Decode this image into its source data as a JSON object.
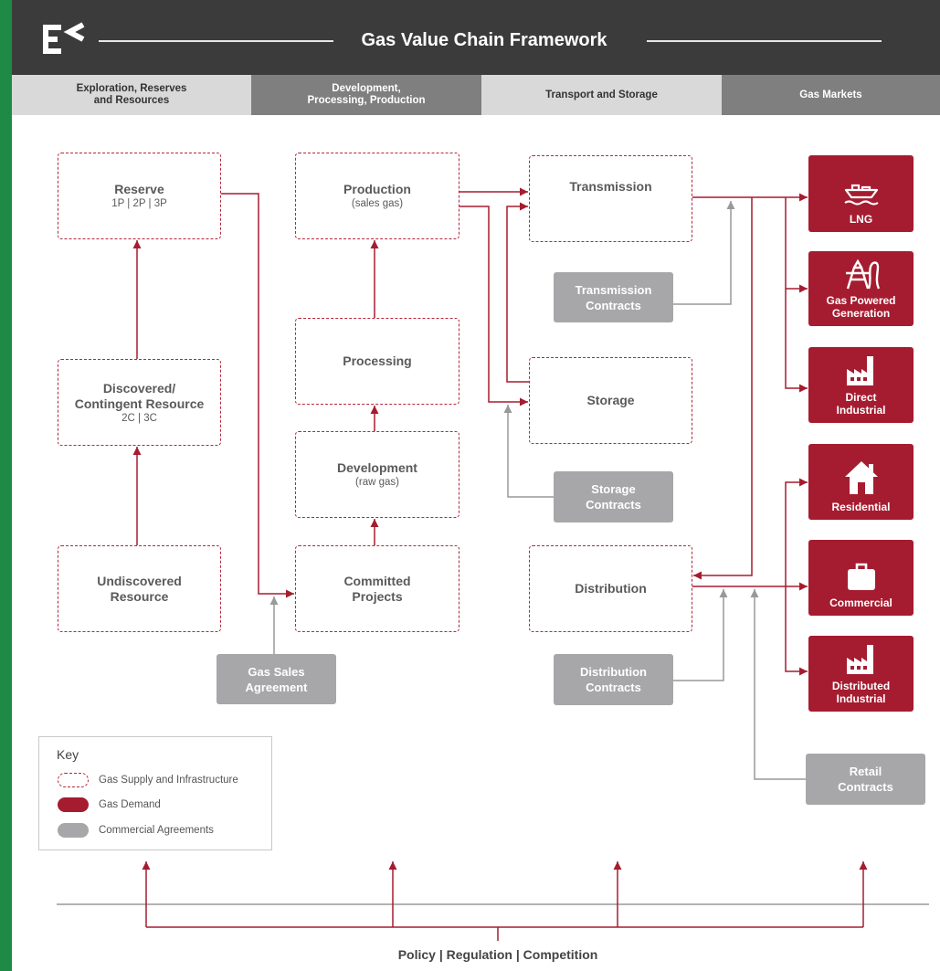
{
  "header": {
    "title": "Gas Value Chain Framework"
  },
  "stages": [
    {
      "lines": [
        "Exploration, Reserves",
        "and Resources"
      ]
    },
    {
      "lines": [
        "Development,",
        "Processing, Production"
      ]
    },
    {
      "lines": [
        "Transport and Storage"
      ]
    },
    {
      "lines": [
        "Gas Markets"
      ]
    }
  ],
  "supply": {
    "reserve": {
      "title": [
        "Reserve"
      ],
      "sub": "1P | 2P | 3P"
    },
    "discovered": {
      "title": [
        "Discovered/",
        "Contingent Resource"
      ],
      "sub": "2C | 3C"
    },
    "undiscovered": {
      "title": [
        "Undiscovered",
        "Resource"
      ]
    },
    "production": {
      "title": [
        "Production"
      ],
      "sub": "(sales gas)"
    },
    "processing": {
      "title": [
        "Processing"
      ]
    },
    "development": {
      "title": [
        "Development"
      ],
      "sub": "(raw gas)"
    },
    "committed": {
      "title": [
        "Committed",
        "Projects"
      ]
    },
    "transmission": {
      "title": [
        "Transmission"
      ]
    },
    "storage": {
      "title": [
        "Storage"
      ]
    },
    "distribution": {
      "title": [
        "Distribution"
      ]
    }
  },
  "agreements": {
    "transmission_contracts": [
      "Transmission",
      "Contracts"
    ],
    "storage_contracts": [
      "Storage",
      "Contracts"
    ],
    "gas_sales_agreement": [
      "Gas Sales",
      "Agreement"
    ],
    "distribution_contracts": [
      "Distribution",
      "Contracts"
    ],
    "retail_contracts": [
      "Retail",
      "Contracts"
    ]
  },
  "demand": {
    "lng": {
      "lines": [
        "LNG"
      ],
      "icon": "ship-icon"
    },
    "gas_powered_generation": {
      "lines": [
        "Gas Powered",
        "Generation"
      ],
      "icon": "power-generation-icon"
    },
    "direct_industrial": {
      "lines": [
        "Direct",
        "Industrial"
      ],
      "icon": "factory-icon"
    },
    "residential": {
      "lines": [
        "Residential"
      ],
      "icon": "house-icon"
    },
    "commercial": {
      "lines": [
        "Commercial"
      ],
      "icon": "briefcase-icon"
    },
    "distributed_industrial": {
      "lines": [
        "Distributed",
        "Industrial"
      ],
      "icon": "factory-icon"
    }
  },
  "key": {
    "title": "Key",
    "items": [
      {
        "label": "Gas Supply and Infrastructure"
      },
      {
        "label": "Gas Demand"
      },
      {
        "label": "Commercial Agreements"
      }
    ]
  },
  "footer": {
    "label": "Policy | Regulation | Competition"
  },
  "colors": {
    "brand_green": "#1f8a46",
    "header_bg": "#3b3b3b",
    "supply_border": "#b3283c",
    "demand_fill": "#a51c30",
    "agreement_fill": "#a7a7a9",
    "connector_red": "#a51c30",
    "connector_gray": "#999999"
  }
}
